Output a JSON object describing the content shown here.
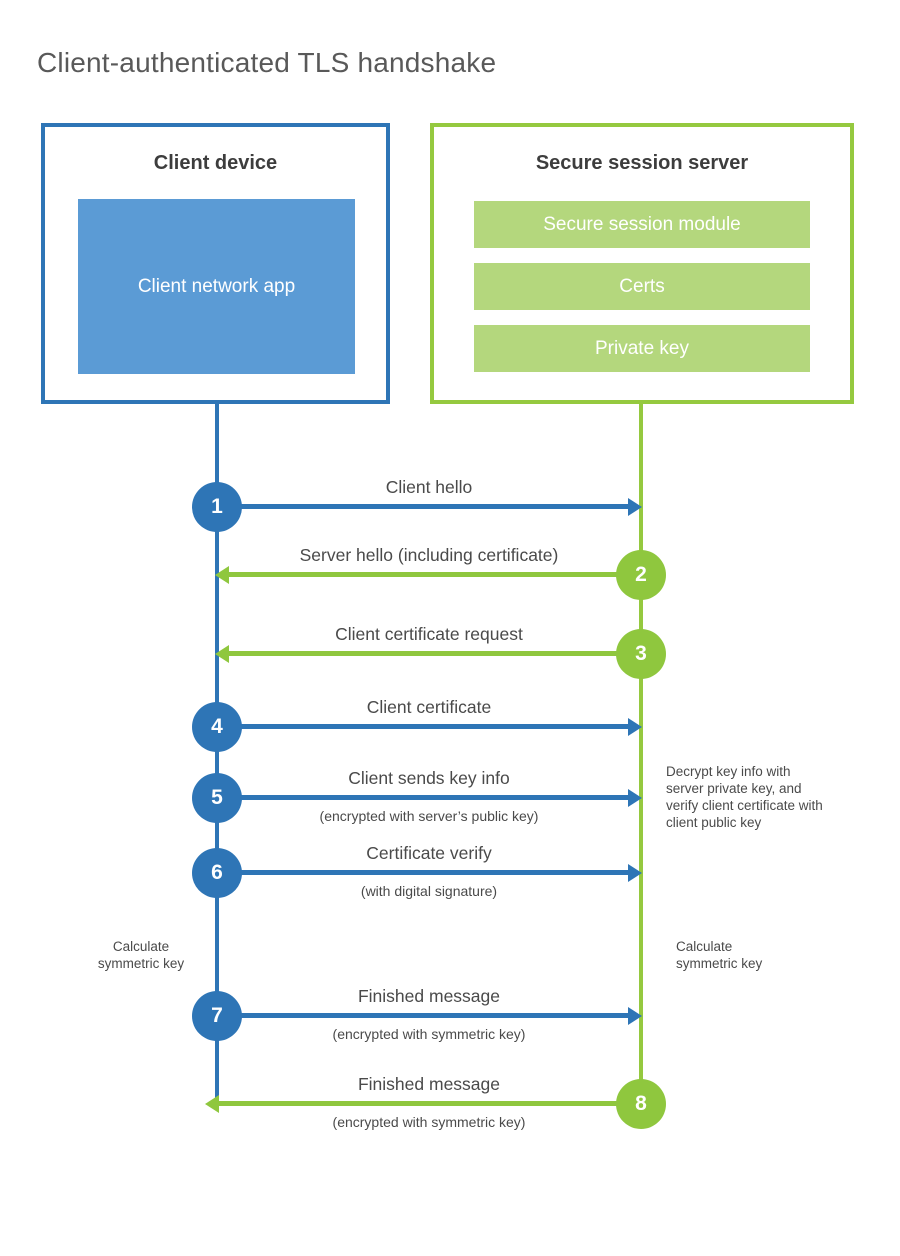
{
  "title": "Client-authenticated TLS handshake",
  "colors": {
    "blue": "#2E75B6",
    "blue_light": "#5B9BD5",
    "green": "#8FC73E",
    "green_light": "#B4D77D",
    "text_dark": "#3D3D3D",
    "text_label": "#4A4A4A",
    "title_gray": "#595959"
  },
  "client": {
    "title": "Client device",
    "app_label": "Client network app"
  },
  "server": {
    "title": "Secure session server",
    "modules": [
      "Secure session module",
      "Certs",
      "Private key"
    ]
  },
  "steps": [
    {
      "num": "1",
      "from": "client",
      "label": "Client hello"
    },
    {
      "num": "2",
      "from": "server",
      "label": "Server hello (including certificate)"
    },
    {
      "num": "3",
      "from": "server",
      "label": "Client certificate request"
    },
    {
      "num": "4",
      "from": "client",
      "label": "Client certificate"
    },
    {
      "num": "5",
      "from": "client",
      "label": "Client sends key info",
      "sublabel": "(encrypted with server’s public key)"
    },
    {
      "num": "6",
      "from": "client",
      "label": "Certificate verify",
      "sublabel": "(with digital signature)"
    },
    {
      "num": "7",
      "from": "client",
      "label": "Finished message",
      "sublabel": "(encrypted with symmetric key)"
    },
    {
      "num": "8",
      "from": "server",
      "label": "Finished message",
      "sublabel": "(encrypted with symmetric key)"
    }
  ],
  "notes": {
    "decrypt": "Decrypt key info with server private key, and verify client certificate with client public key",
    "calc_left": "Calculate symmetric key",
    "calc_right": "Calculate symmetric key"
  }
}
